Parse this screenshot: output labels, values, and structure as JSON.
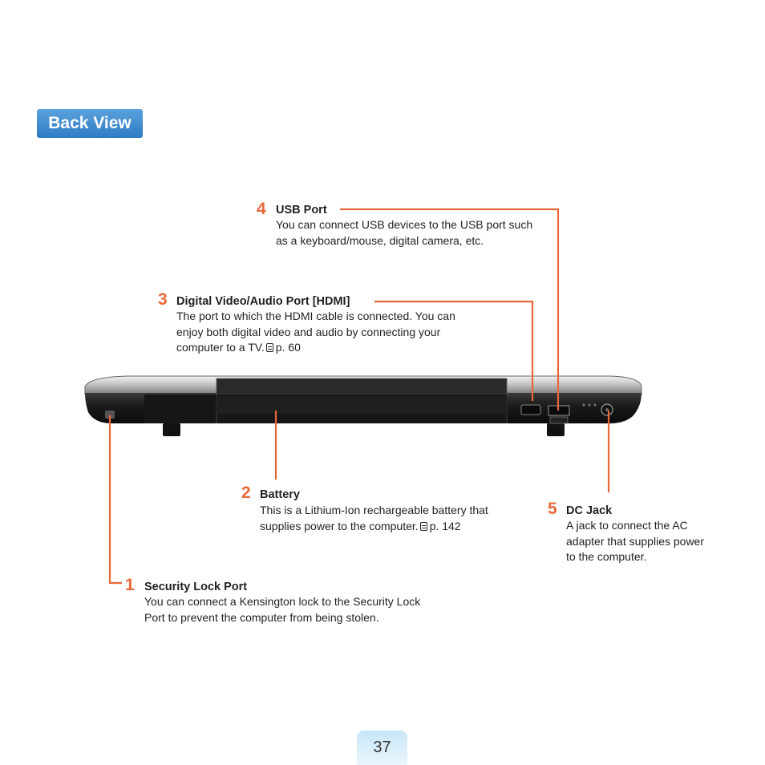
{
  "section": {
    "title": "Back View"
  },
  "callouts": [
    {
      "number": "1",
      "title": "Security Lock Port",
      "desc": [
        "You can connect a Kensington lock to the Security Lock",
        "Port to prevent the computer from being stolen."
      ]
    },
    {
      "number": "2",
      "title": "Battery",
      "desc": [
        "This is a Lithium-Ion rechargeable battery that",
        "supplies power to the computer."
      ],
      "page_ref": "p. 142"
    },
    {
      "number": "3",
      "title": "Digital Video/Audio Port [HDMI]",
      "desc": [
        "The port to which the HDMI cable is connected. You can",
        "enjoy both digital video and audio by connecting your",
        "computer to a TV."
      ],
      "page_ref": "p. 60"
    },
    {
      "number": "4",
      "title": "USB Port",
      "desc": [
        "You can connect USB devices to the USB port such",
        "as a keyboard/mouse, digital camera, etc."
      ]
    },
    {
      "number": "5",
      "title": "DC Jack",
      "desc": [
        "A jack to connect the AC",
        "adapter that supplies power",
        "to the computer."
      ]
    }
  ],
  "colors": {
    "accent": "#e8683a",
    "tab": "#3d8ad0",
    "text": "#231f20"
  },
  "icons": {
    "page_ref": "document-icon"
  },
  "footer": {
    "page_number": "37"
  }
}
